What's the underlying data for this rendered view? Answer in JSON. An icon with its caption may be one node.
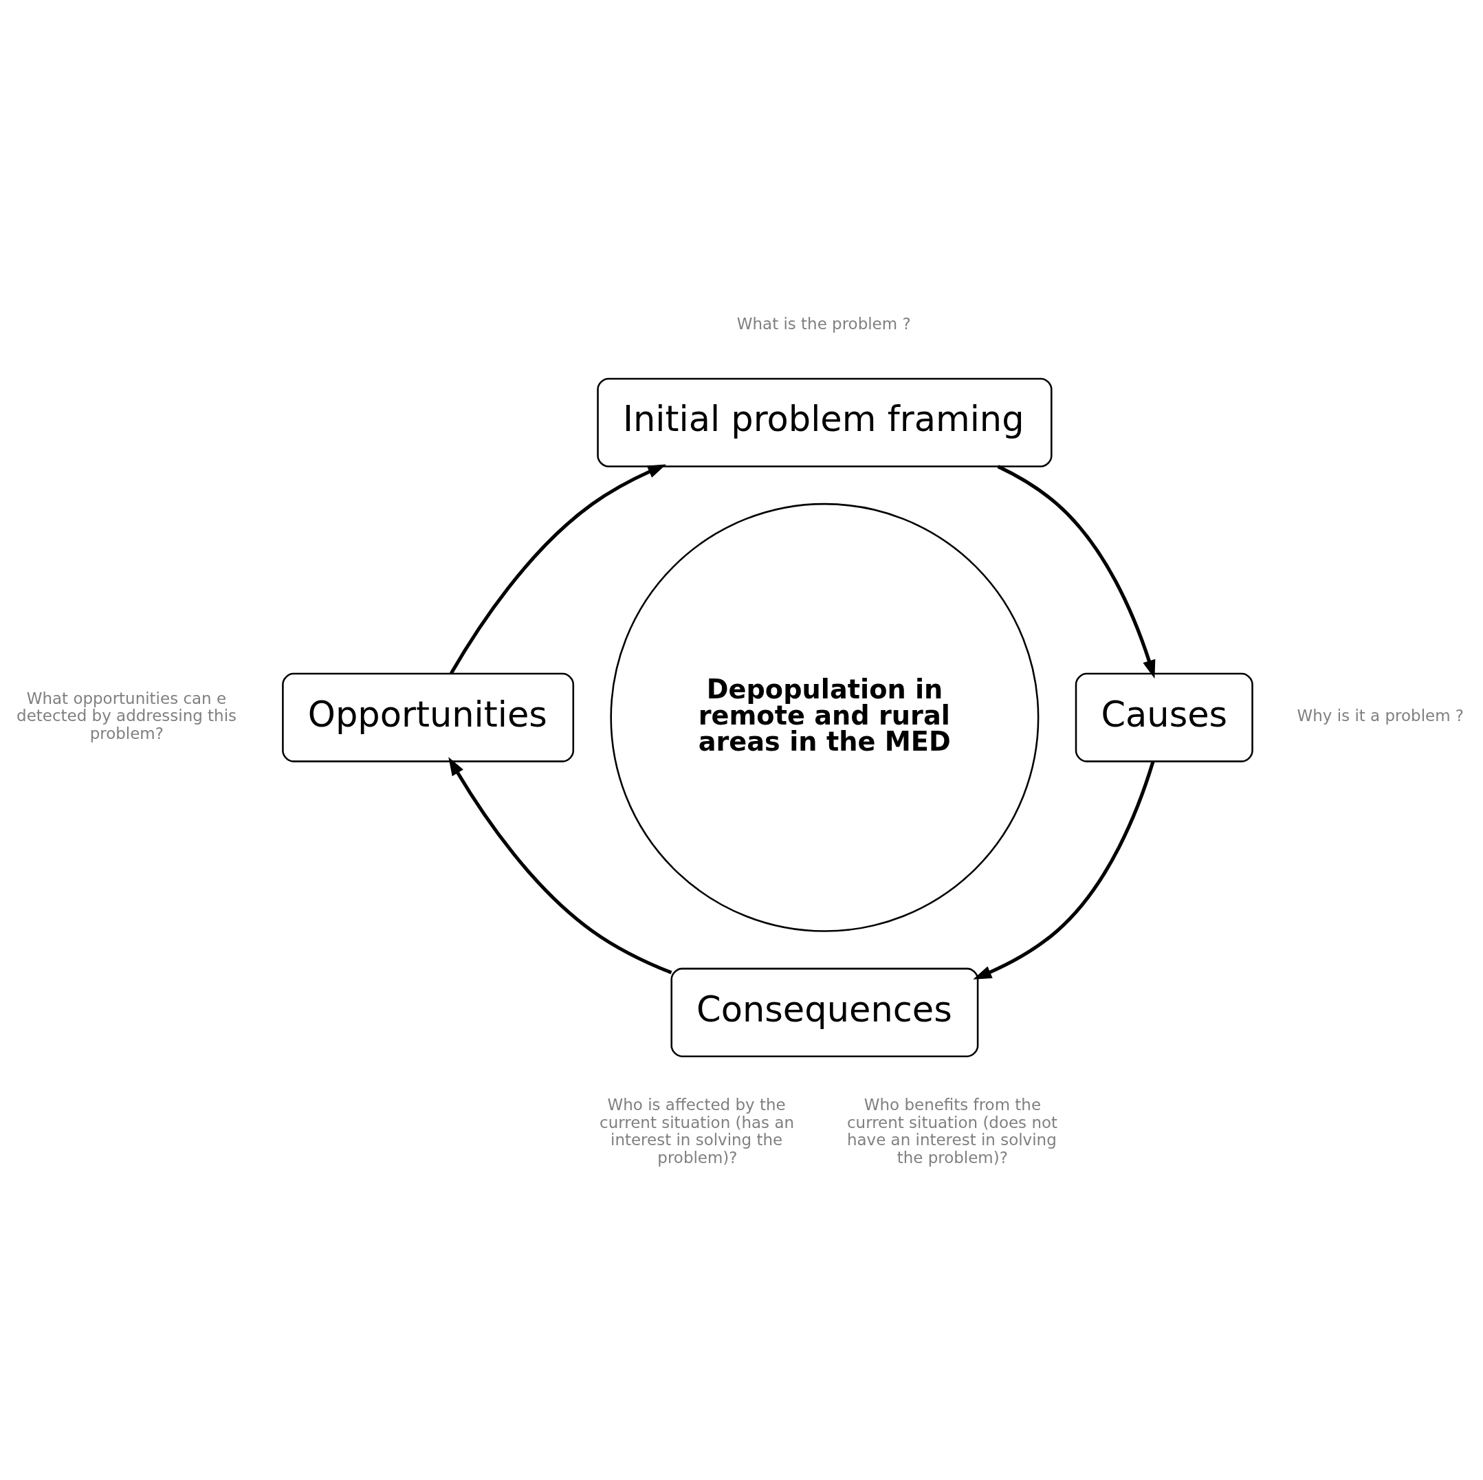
{
  "diagram": {
    "nodes": [
      {
        "text": [
          "Depopulation in remote and rural areas in the MED"
        ]
      },
      {
        "text": [
          "Initial problem framing"
        ]
      },
      {
        "text": [
          "Causes"
        ]
      },
      {
        "text": [
          "Consequences"
        ]
      },
      {
        "text": [
          "Opportunities"
        ]
      }
    ],
    "edges": [
      {
        "from": 1,
        "to": 2,
        "arrow": "to"
      },
      {
        "from": 2,
        "to": 3,
        "arrow": "to"
      },
      {
        "from": 3,
        "to": 4,
        "arrow": "to"
      },
      {
        "from": 4,
        "to": 1,
        "arrow": "to"
      }
    ],
    "labels": [
      "What is the problem ?",
      "What opportunities can e detected by addressing this problem?",
      "Why is it a problem ?",
      "Who is affected by the current situation (has an interest in solving the problem)?",
      "Who benefits from the current situation (does not have an interest in solving the problem)?"
    ]
  }
}
